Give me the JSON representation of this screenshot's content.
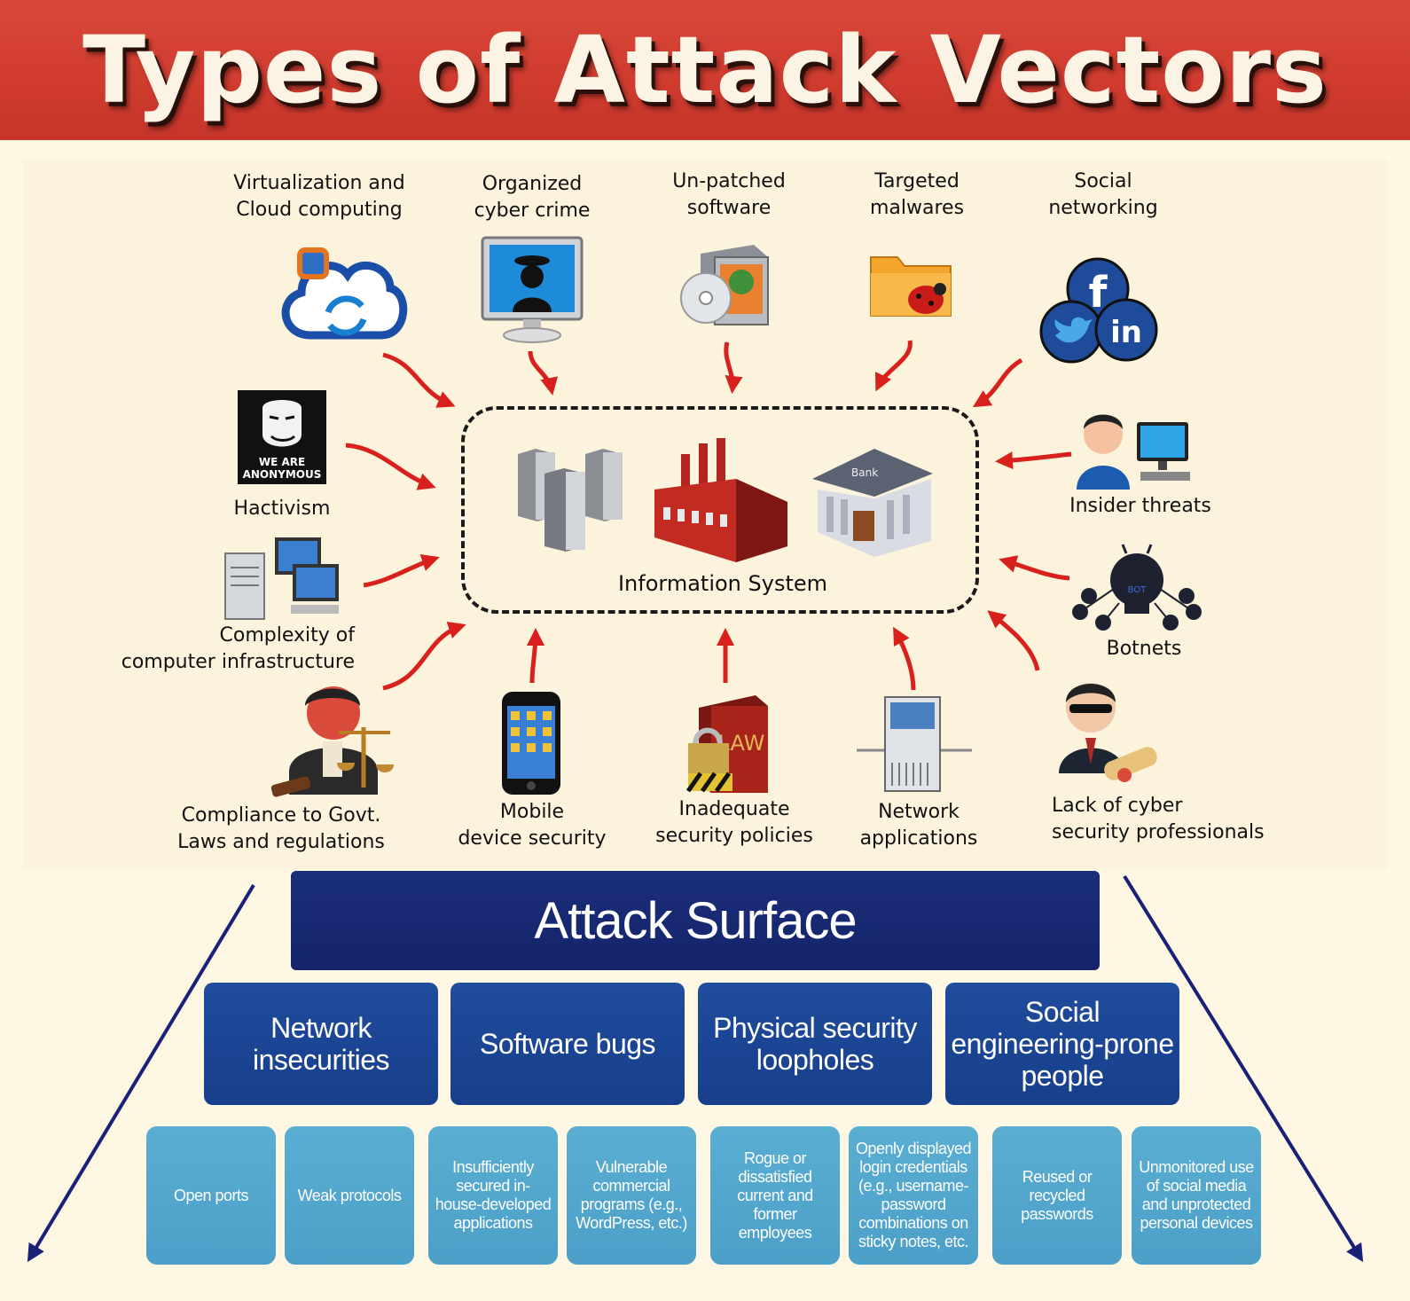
{
  "title": "Types of Attack Vectors",
  "center": {
    "label": "Information System"
  },
  "vectors": {
    "virtualization": "Virtualization and\nCloud computing",
    "organized_crime": "Organized\ncyber crime",
    "unpatched": "Un-patched\nsoftware",
    "malwares": "Targeted\nmalwares",
    "social": "Social\nnetworking",
    "hactivism": "Hactivism",
    "insider": "Insider threats",
    "complexity": "Complexity of\ncomputer infrastructure",
    "botnets": "Botnets",
    "compliance": "Compliance to Govt.\nLaws and regulations",
    "mobile": "Mobile\ndevice security",
    "policies": "Inadequate\nsecurity policies",
    "network_apps": "Network\napplications",
    "professionals": "Lack of cyber\nsecurity professionals"
  },
  "icon_text": {
    "anonymous": "WE ARE\nANONYMOUS",
    "bank": "Bank",
    "law": "LAW",
    "bot": "BOT",
    "facebook": "f",
    "linkedin": "in"
  },
  "attack_surface": {
    "title": "Attack Surface",
    "categories": [
      "Network\ninsecurities",
      "Software bugs",
      "Physical security\nloopholes",
      "Social\nengineering-prone\npeople"
    ],
    "items": [
      "Open ports",
      "Weak protocols",
      "Insufficiently\nsecured in-\nhouse-developed\napplications",
      "Vulnerable\ncommercial\nprograms (e.g.,\nWordPress, etc.)",
      "Rogue or\ndissatisfied\ncurrent and\nformer\nemployees",
      "Openly displayed\nlogin credentials\n(e.g., username-\npassword\ncombinations on\nsticky notes, etc.",
      "Reused or\nrecycled\npasswords",
      "Unmonitored use\nof social media\nand unprotected\npersonal devices"
    ]
  },
  "colors": {
    "header_red": "#cf3b2e",
    "surface_navy": "#13246a",
    "category_blue": "#1b4594",
    "item_light_blue": "#52a6cd",
    "arrow_red": "#d8201c",
    "arrow_navy": "#1a1f78"
  }
}
